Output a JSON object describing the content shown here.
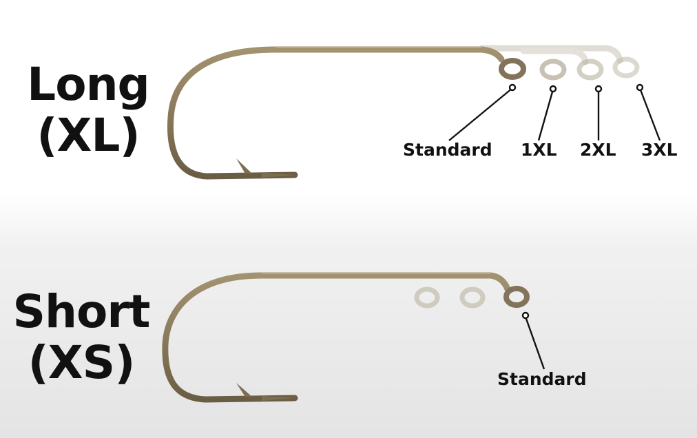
{
  "headings": {
    "long": {
      "line1": "Long",
      "line2": "(XL)"
    },
    "short": {
      "line1": "Short",
      "line2": "(XS)"
    }
  },
  "long_labels": [
    "Standard",
    "1XL",
    "2XL",
    "3XL"
  ],
  "short_labels": [
    "Standard"
  ],
  "colors": {
    "hook": "#8a7a5c",
    "hook_highlight": "#b9a98a",
    "ghost_eye": "#c9c4b8",
    "text": "#111111"
  }
}
